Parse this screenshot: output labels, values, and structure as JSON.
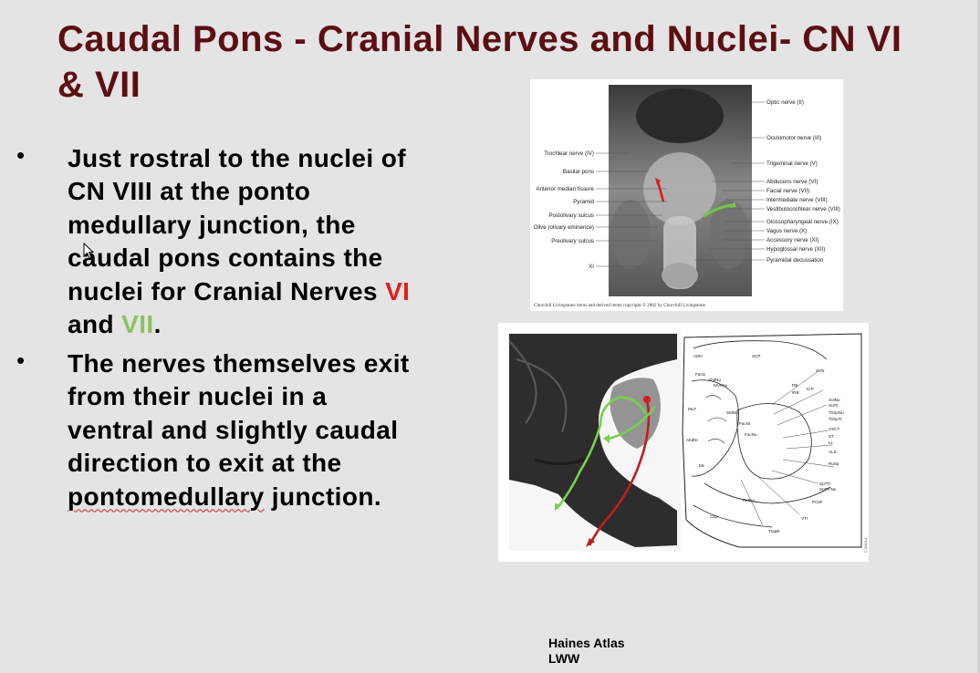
{
  "slide": {
    "title": "Caudal Pons - Cranial Nerves and Nuclei- CN VI & VII",
    "bullets": [
      {
        "text_a": "Just rostral to the nuclei of  CN VIII  at the ponto medullary junction,  the caudal pons contains the nuclei for Cranial Nerves ",
        "vi": "VI",
        "mid": " and ",
        "vii": "VII",
        "end": "."
      },
      {
        "text_a": "The nerves themselves exit from their nuclei in a ventral and slightly caudal direction to exit at the ",
        "underlined": "pontomedullary",
        "end": " junction."
      }
    ],
    "caption_line1": "Haines Atlas",
    "caption_line2": "LWW"
  },
  "figure_top": {
    "left_labels": [
      "Trochlear nerve (IV)",
      "Basilar pons",
      "Anterior median fissure",
      "Pyramid",
      "Postolivary sulcus",
      "Olive (olivary eminence)",
      "Preolivary sulcus",
      "XI"
    ],
    "right_labels": [
      "Optic nerve (II)",
      "Oculomotor nerve (III)",
      "Trigeminal nerve (V)",
      "Abducens nerve (VI)",
      "Facial nerve (VII)",
      "Intermediate nerve (VIII)",
      "Vestibulocochlear nerve (VIII)",
      "Glossopharyngeal nerve (IX)",
      "Vagus nerve (X)",
      "Accessory nerve (XI)",
      "Hypoglossal nerve (XII)",
      "Pyramidal decussation"
    ],
    "copyright": "Churchill Livingstone items and derived items copyright © 2002 by Churchill Livingstone"
  },
  "figure_bottom": {
    "diagram_labels": [
      "AMV",
      "SCP",
      "SVN",
      "FacG",
      "AbdNu",
      "MVeNu",
      "SMNu",
      "MLF",
      "ICP",
      "RB",
      "IRB",
      "SolNu",
      "SolTr",
      "TriSpNu",
      "TriSpTr",
      "AbdNr",
      "ML",
      "FacNr",
      "FacNu",
      "RetNu",
      "CSp",
      "RuSp",
      "ALS",
      "VSCT",
      "LL",
      "ST",
      "SpTTr",
      "SpTTrNu",
      "PCbF",
      "VTr",
      "TrapB"
    ],
    "side_code": "C 0013-4"
  },
  "colors": {
    "title": "#5c0f12",
    "cn6": "#e41f1f",
    "cn7": "#8cc163",
    "background": "#e4e4e4"
  }
}
